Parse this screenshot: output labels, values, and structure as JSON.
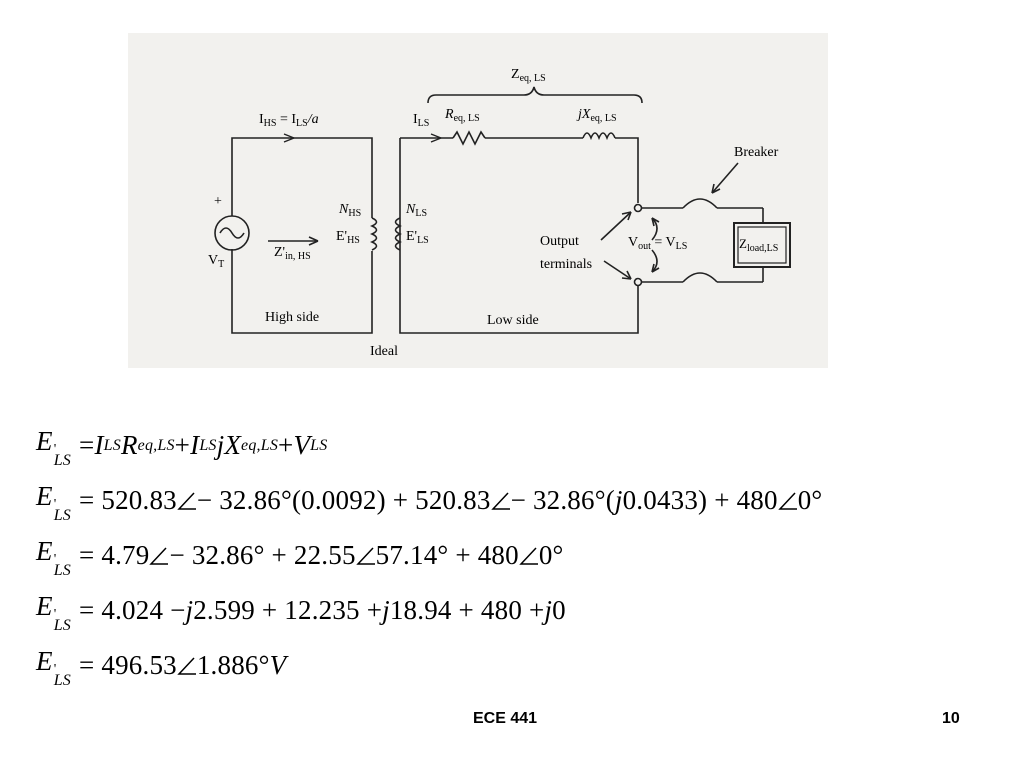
{
  "slide": {
    "footer_title": "ECE 441",
    "page_number": "10"
  },
  "figure": {
    "labels": {
      "z_eq": "Z",
      "z_eq_sub": "eq, LS",
      "i_hs_a": "I",
      "i_hs_sub": "HS",
      "i_hs_b": " = I",
      "i_hs_sub2": "LS",
      "i_hs_c": "/a",
      "i_ls": "I",
      "i_ls_sub": "LS",
      "r_eq": "R",
      "r_eq_sub": "eq, LS",
      "jx_eq": "jX",
      "jx_eq_sub": "eq, LS",
      "breaker": "Breaker",
      "plus": "+",
      "n_hs": "N",
      "n_hs_sub": "HS",
      "e_hs": "E'",
      "e_hs_sub": "HS",
      "n_ls": "N",
      "n_ls_sub": "LS",
      "e_ls": "E'",
      "e_ls_sub": "LS",
      "z_in": "Z'",
      "z_in_sub": "in, HS",
      "vt": "V",
      "vt_sub": "T",
      "output_1": "Output",
      "output_2": "terminals",
      "vout": "V",
      "vout_sub": "out",
      "vout_eq": " = V",
      "vout_sub2": "LS",
      "zload": "Z",
      "zload_sub": "load,LS",
      "high_side": "High side",
      "low_side": "Low side",
      "ideal": "Ideal"
    }
  },
  "equations": {
    "lhs_E": "E",
    "lhs_prime": "'",
    "lhs_sub": "LS",
    "eq1": {
      "a": "= ",
      "I1": "I",
      "I1s": "LS",
      "R": "R",
      "Rs": "eq,LS",
      "b": " + ",
      "I2": "I",
      "I2s": "LS",
      "jX": "jX",
      "jXs": "eq,LS",
      "c": " + ",
      "V": "V",
      "Vs": "LS"
    },
    "eq2": {
      "a": "= 520.83",
      "b": " − 32.86°(0.0092) + 520.83",
      "c": " − 32.86°( ",
      "j": "j",
      "d": "0.0433) + 480",
      "e": "0°"
    },
    "eq3": {
      "a": "= 4.79",
      "b": " − 32.86° + 22.55",
      "c": "57.14° + 480",
      "d": "0°"
    },
    "eq4": {
      "a": "= 4.024 − ",
      "j1": "j",
      "b": "2.599 + 12.235 + ",
      "j2": "j",
      "c": "18.94 + 480 + ",
      "j3": "j",
      "d": "0"
    },
    "eq5": {
      "a": "= 496.53",
      "b": "1.886°",
      "V": "V"
    }
  }
}
